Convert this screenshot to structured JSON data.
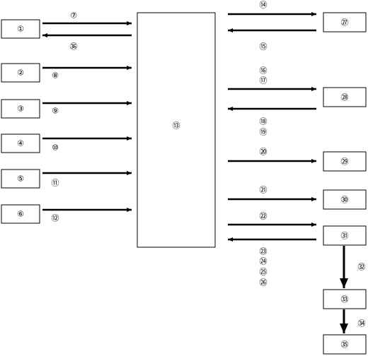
{
  "colors": {
    "stroke": "#000000",
    "background": "#ffffff"
  },
  "nodes": {
    "n1": "①",
    "n2": "②",
    "n3": "③",
    "n4": "④",
    "n5": "⑤",
    "n6": "⑥",
    "center": "⑬",
    "n27": "㉗",
    "n28": "㉘",
    "n29": "㉙",
    "n30": "㉚",
    "n31": "㉛",
    "n33": "㉝",
    "n35": "㉟"
  },
  "arrows": {
    "a7": "⑦",
    "a36": "㊱",
    "a8": "⑧",
    "a9": "⑨",
    "a10": "⑩",
    "a11": "⑪",
    "a12": "⑫",
    "a14": "⑭",
    "a15": "⑮",
    "a16": "⑯",
    "a17": "⑰",
    "a18": "⑱",
    "a19": "⑲",
    "a20": "⑳",
    "a21": "㉑",
    "a22": "㉒",
    "a23": "㉓",
    "a24": "㉔",
    "a25": "㉕",
    "a26": "㉖",
    "a32": "㉜",
    "a34": "㉞"
  }
}
